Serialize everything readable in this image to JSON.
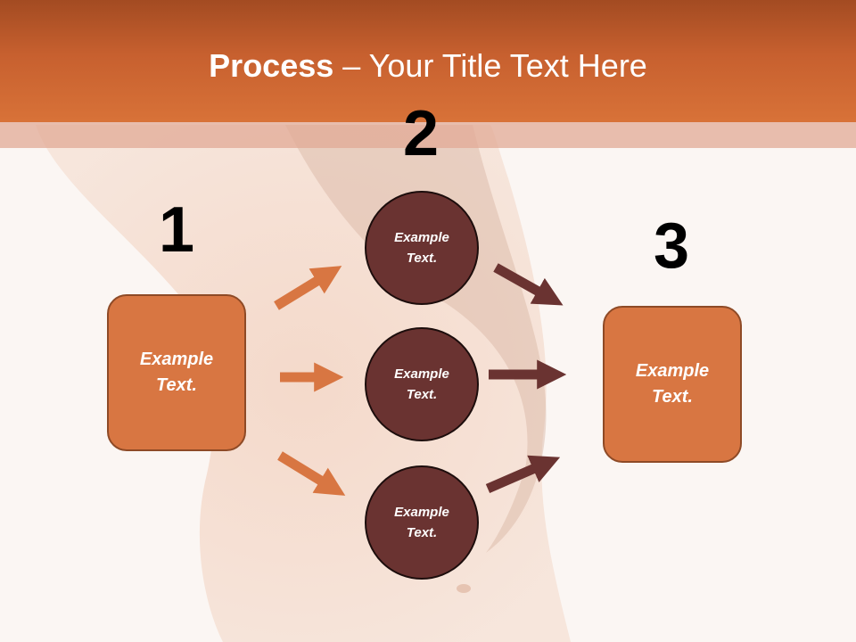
{
  "title": {
    "bold": "Process",
    "rest": " – Your Title Text Here"
  },
  "steps": {
    "one": "1",
    "two": "2",
    "three": "3"
  },
  "left_box": {
    "label": "Example\nText."
  },
  "circles": [
    {
      "label": "Example\nText."
    },
    {
      "label": "Example\nText."
    },
    {
      "label": "Example\nText."
    }
  ],
  "right_box": {
    "label": "Example\nText."
  },
  "colors": {
    "header": "#c7602f",
    "box_fill": "#d87642",
    "circle_fill": "#6a3331",
    "arrow_orange": "#d87642",
    "arrow_dark": "#6a3331"
  }
}
